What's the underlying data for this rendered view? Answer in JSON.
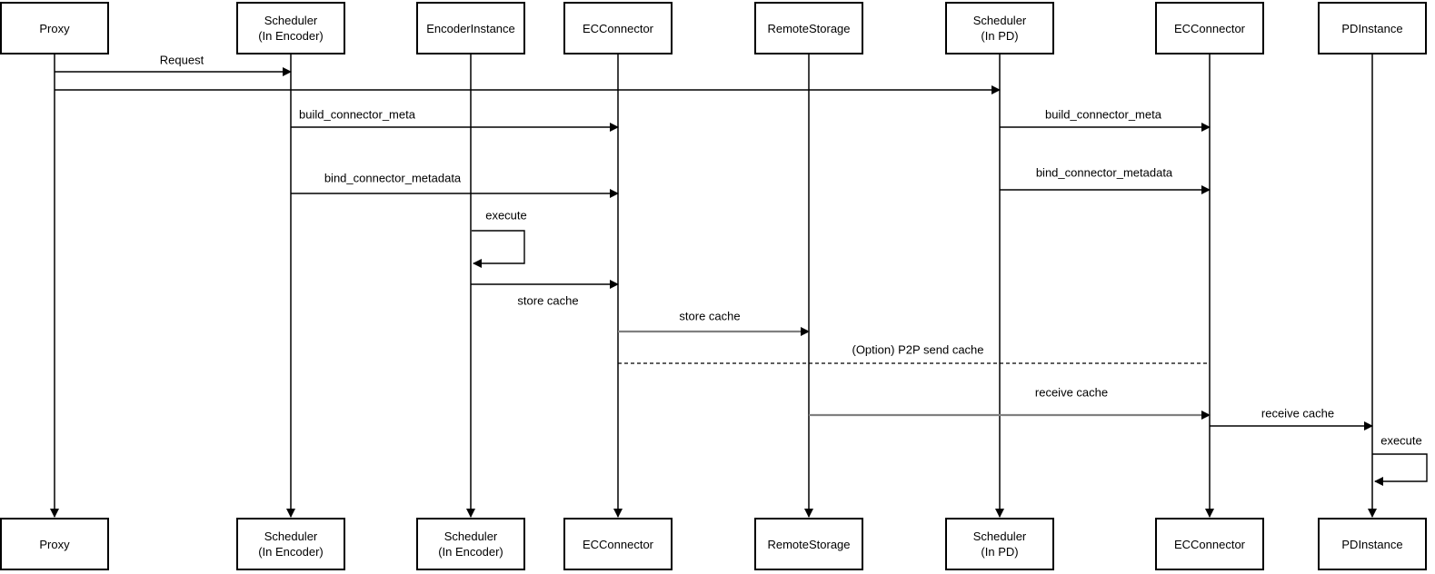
{
  "diagram": {
    "type": "uml-sequence-diagram",
    "background_color": "#ffffff",
    "line_color": "#000000",
    "gray_line_color": "#808080",
    "text_color": "#000000",
    "box_fill": "#ffffff",
    "box_border": "#000000"
  },
  "actors": [
    {
      "name": "Proxy",
      "top_lines": [
        "Proxy"
      ],
      "bottom_lines": [
        "Proxy"
      ]
    },
    {
      "name": "Scheduler (In Encoder)",
      "top_lines": [
        "Scheduler",
        "(In Encoder)"
      ],
      "bottom_lines": [
        "Scheduler",
        "(In Encoder)"
      ]
    },
    {
      "name": "EncoderInstance",
      "top_lines": [
        "EncoderInstance"
      ],
      "bottom_lines": [
        "Scheduler",
        "(In Encoder)"
      ]
    },
    {
      "name": "ECConnector",
      "top_lines": [
        "ECConnector"
      ],
      "bottom_lines": [
        "ECConnector"
      ]
    },
    {
      "name": "RemoteStorage",
      "top_lines": [
        "RemoteStorage"
      ],
      "bottom_lines": [
        "RemoteStorage"
      ]
    },
    {
      "name": "Scheduler (In PD)",
      "top_lines": [
        "Scheduler",
        "(In PD)"
      ],
      "bottom_lines": [
        "Scheduler",
        "(In PD)"
      ]
    },
    {
      "name": "ECConnector (PD side)",
      "top_lines": [
        "ECConnector"
      ],
      "bottom_lines": [
        "ECConnector"
      ]
    },
    {
      "name": "PDInstance",
      "top_lines": [
        "PDInstance"
      ],
      "bottom_lines": [
        "PDInstance"
      ]
    }
  ],
  "messages": [
    {
      "from": "Proxy",
      "to": "Scheduler (In Encoder)",
      "label": "Request",
      "style": "solid"
    },
    {
      "from": "Proxy",
      "to": "Scheduler (In PD)",
      "label": "",
      "style": "solid"
    },
    {
      "from": "Scheduler (In Encoder)",
      "to": "ECConnector",
      "label": "build_connector_meta",
      "style": "solid"
    },
    {
      "from": "Scheduler (In PD)",
      "to": "ECConnector (PD side)",
      "label": "build_connector_meta",
      "style": "solid"
    },
    {
      "from": "Scheduler (In PD)",
      "to": "ECConnector (PD side)",
      "label": "bind_connector_metadata",
      "style": "solid"
    },
    {
      "from": "Scheduler (In Encoder)",
      "to": "ECConnector",
      "label": "bind_connector_metadata",
      "style": "solid"
    },
    {
      "from": "EncoderInstance",
      "to": "EncoderInstance",
      "label": "execute",
      "style": "self-loop"
    },
    {
      "from": "EncoderInstance",
      "to": "ECConnector",
      "label": "store cache",
      "style": "solid"
    },
    {
      "from": "ECConnector",
      "to": "RemoteStorage",
      "label": "store cache",
      "style": "solid-gray"
    },
    {
      "from": "ECConnector",
      "to": "ECConnector (PD side)",
      "label": "(Option) P2P send cache",
      "style": "dashed"
    },
    {
      "from": "RemoteStorage",
      "to": "ECConnector (PD side)",
      "label": "receive cache",
      "style": "solid-gray"
    },
    {
      "from": "ECConnector (PD side)",
      "to": "PDInstance",
      "label": "receive cache",
      "style": "solid"
    },
    {
      "from": "PDInstance",
      "to": "PDInstance",
      "label": "execute",
      "style": "self-loop"
    }
  ]
}
